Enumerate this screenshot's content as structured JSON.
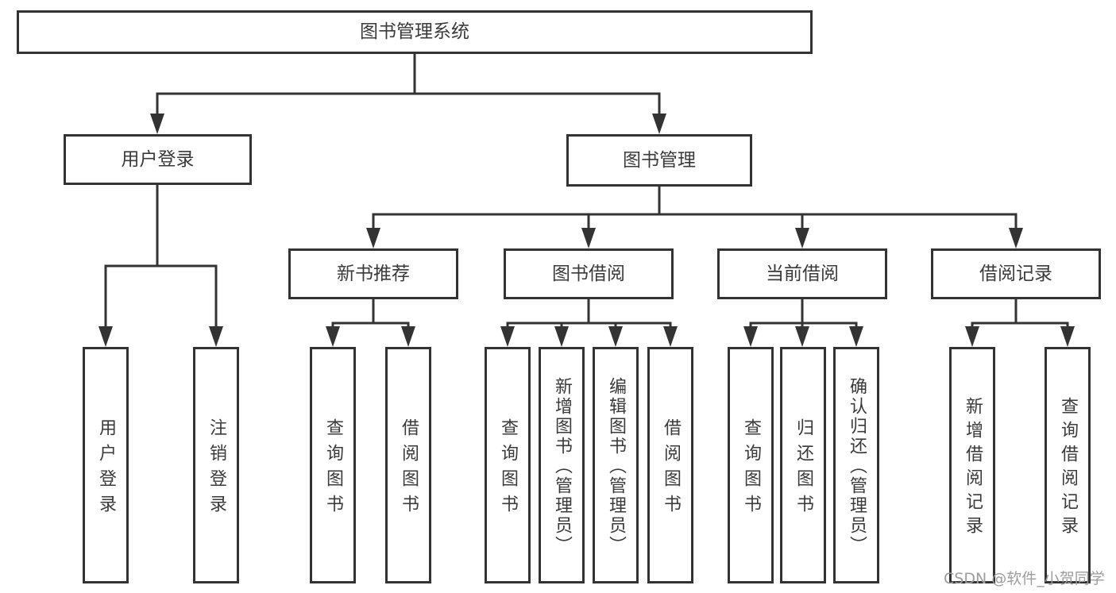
{
  "diagram": {
    "root": {
      "label": "图书管理系统"
    },
    "user": {
      "label": "用户登录",
      "leaves": [
        {
          "label": "用户登录"
        },
        {
          "label": "注销登录"
        }
      ]
    },
    "mgmt": {
      "label": "图书管理",
      "groups": [
        {
          "label": "新书推荐",
          "leaves": [
            {
              "label": "查询图书"
            },
            {
              "label": "借阅图书"
            }
          ]
        },
        {
          "label": "图书借阅",
          "leaves": [
            {
              "label": "查询图书"
            },
            {
              "label": "新增图书（管理员）"
            },
            {
              "label": "编辑图书（管理员）"
            },
            {
              "label": "借阅图书"
            }
          ]
        },
        {
          "label": "当前借阅",
          "leaves": [
            {
              "label": "查询图书"
            },
            {
              "label": "归还图书"
            },
            {
              "label": "确认归还（管理员）"
            }
          ]
        },
        {
          "label": "借阅记录",
          "leaves": [
            {
              "label": "新增借阅记录"
            },
            {
              "label": "查询借阅记录"
            }
          ]
        }
      ]
    }
  },
  "watermark": {
    "text": "CSDN @软件_小贺同学"
  },
  "colors": {
    "line": "#333333",
    "box_border": "#333333",
    "text": "#3a3a3a",
    "watermark": "#9d9d9d",
    "background": "#ffffff"
  }
}
